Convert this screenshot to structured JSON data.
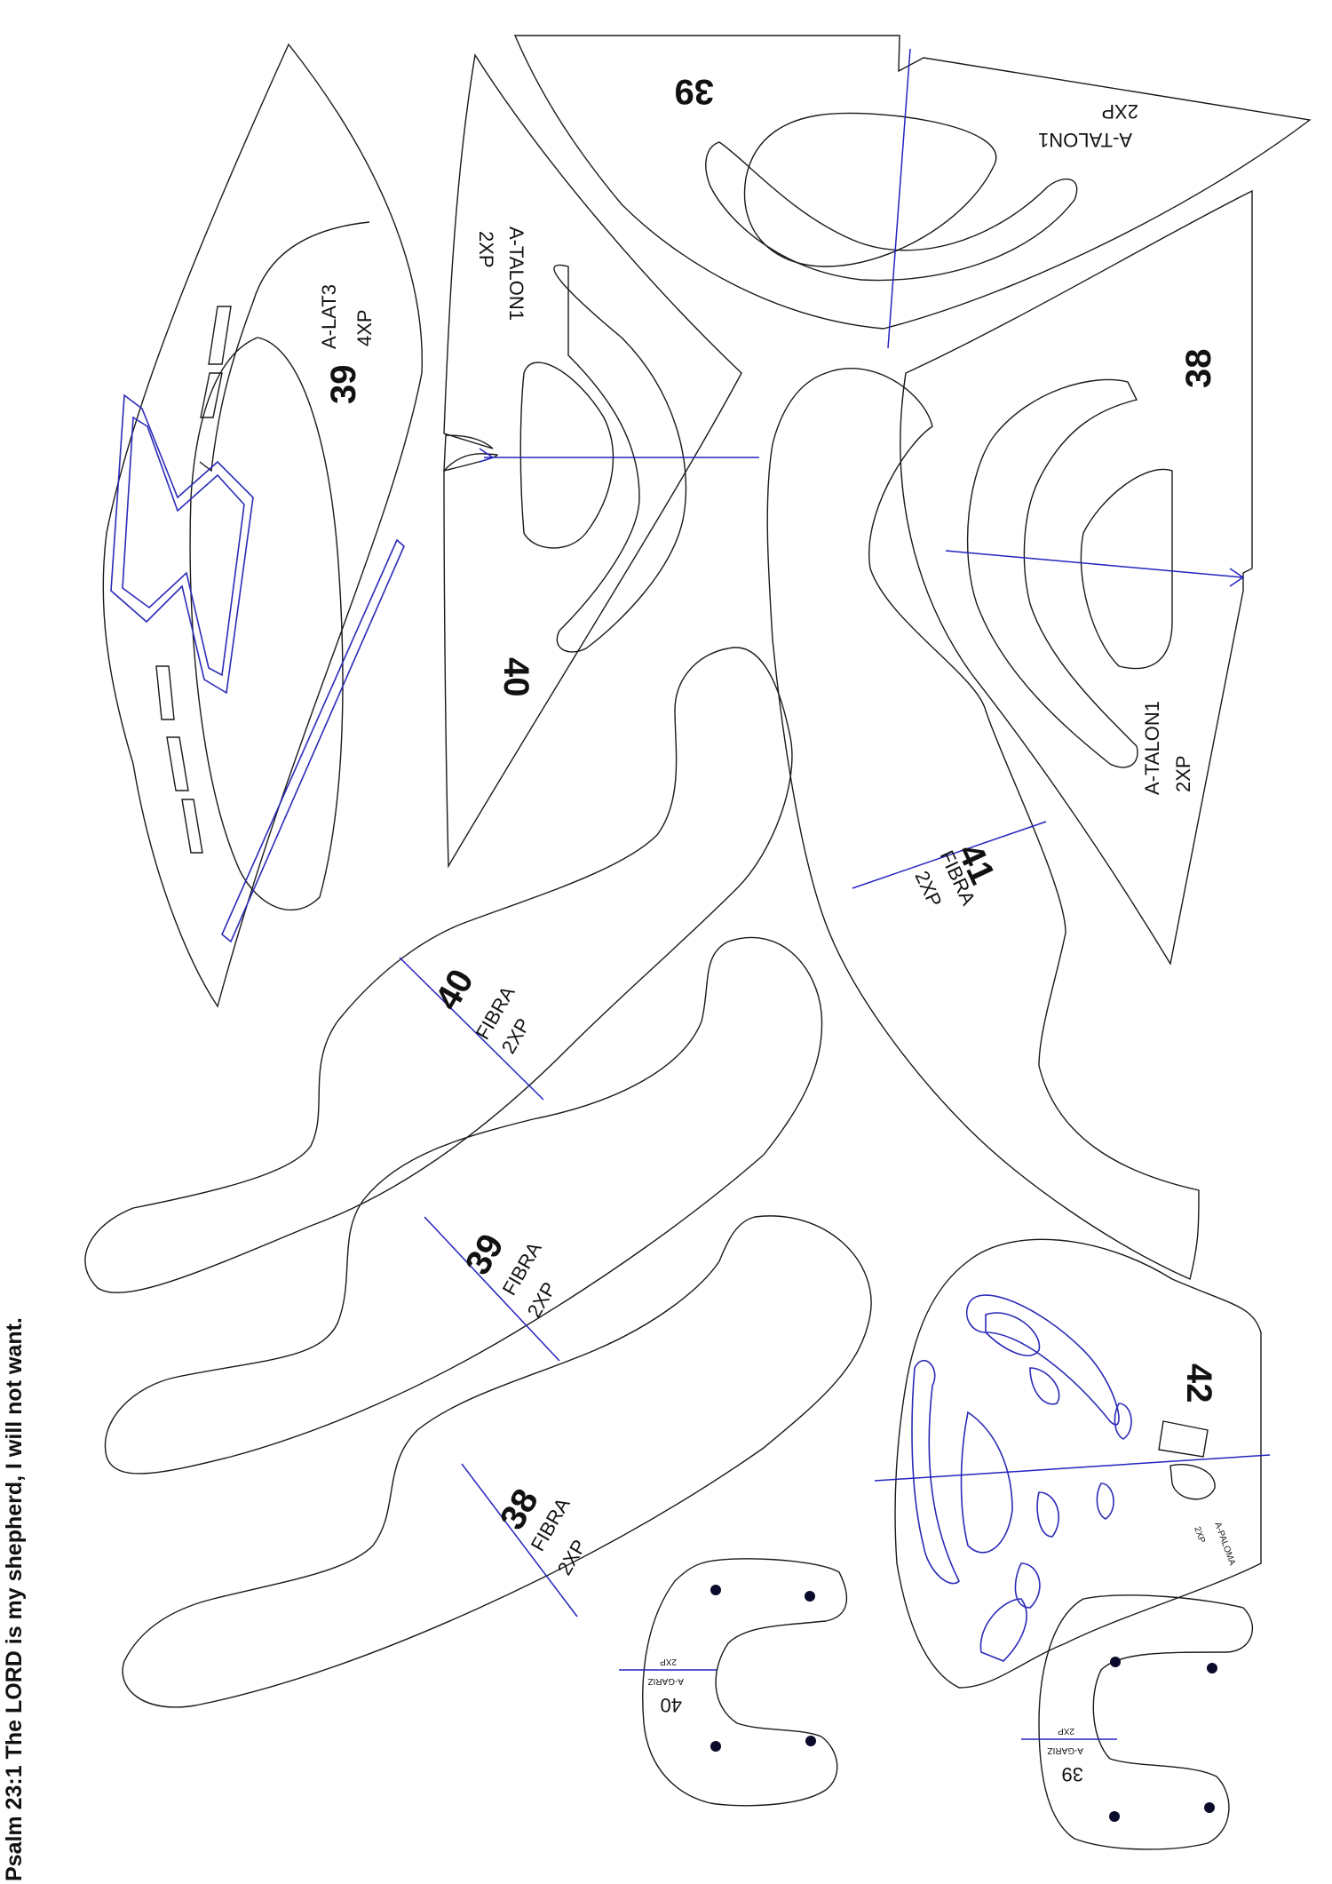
{
  "footer": {
    "verse": "Psalm 23:1 The LORD is my shepherd, I will not want."
  },
  "pieces": {
    "lat3": {
      "size": "39",
      "name": "A-LAT3",
      "qty": "4XP"
    },
    "talon_40": {
      "size": "40",
      "name": "A-TALON1",
      "qty": "2XP"
    },
    "talon_39": {
      "size": "39",
      "name": "A-TALON1",
      "qty": "2XP"
    },
    "talon_38": {
      "size": "38",
      "name": "A-TALON1",
      "qty": "2XP"
    },
    "fibra_41": {
      "size": "41",
      "name": "FIBRA",
      "qty": "2XP"
    },
    "fibra_40": {
      "size": "40",
      "name": "FIBRA",
      "qty": "2XP"
    },
    "fibra_39": {
      "size": "39",
      "name": "FIBRA",
      "qty": "2XP"
    },
    "fibra_38": {
      "size": "38",
      "name": "FIBRA",
      "qty": "2XP"
    },
    "paloma_42": {
      "size": "42",
      "name": "A-PALOMA",
      "qty": "2XP"
    },
    "gariz_40": {
      "size": "40",
      "name": "A-GARIZ",
      "qty": "2XP"
    },
    "gariz_39": {
      "size": "39",
      "name": "A-GARIZ",
      "qty": "2XP"
    }
  },
  "colors": {
    "outline": "#1a1a1a",
    "centerline": "#2424c0",
    "hole": "#0a0a2a"
  }
}
